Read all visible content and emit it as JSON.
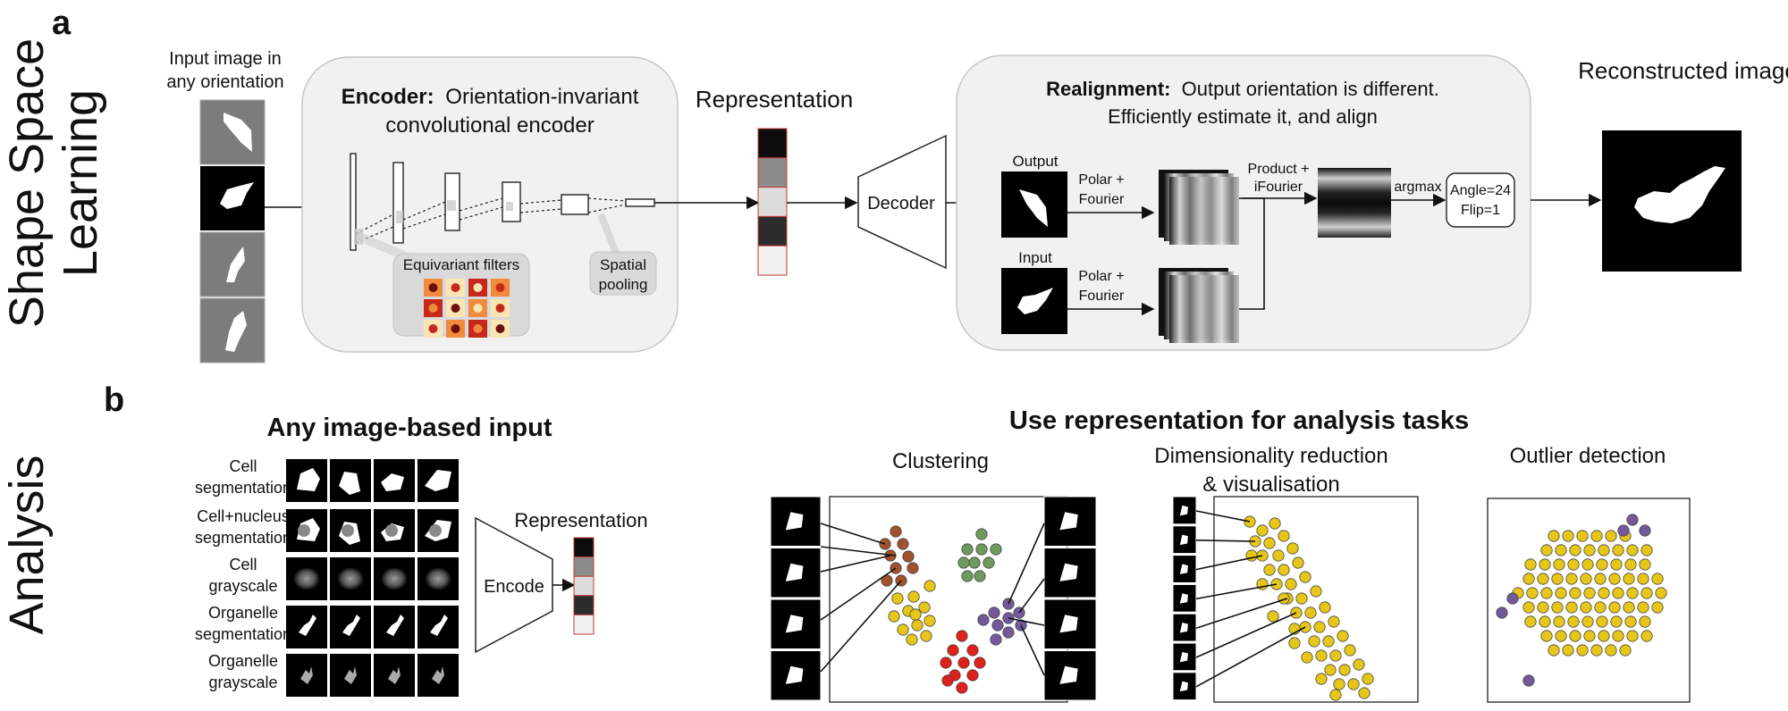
{
  "panel_a": {
    "letter": "a",
    "row_label": [
      "Shape Space",
      "Learning"
    ],
    "input_label": [
      "Input image in",
      "any orientation"
    ],
    "encoder": {
      "title_bold": "Encoder:",
      "title_rest": "Orientation-invariant",
      "title_line2": "convolutional encoder",
      "filters_label": "Equivariant filters",
      "pooling_label": [
        "Spatial",
        "pooling"
      ],
      "filter_colors": [
        "#fbe6b3",
        "#f08a3c",
        "#c7281c",
        "#6d0e0e"
      ]
    },
    "representation_label": "Representation",
    "representation_cells": [
      "#0c0c0c",
      "#8c8c8c",
      "#dcdcdc",
      "#2b2b2b",
      "#f1f1f1"
    ],
    "decoder_label": "Decoder",
    "realignment": {
      "title_bold": "Realignment:",
      "title_rest": "Output orientation is different.",
      "title_line2": "Efficiently estimate it, and align",
      "output_label": "Output",
      "input_label": "Input",
      "polar_label": [
        "Polar +",
        "Fourier"
      ],
      "product_label": [
        "Product +",
        "iFourier"
      ],
      "argmax_label": "argmax",
      "result_lines": [
        "Angle=24",
        "Flip=1"
      ]
    },
    "reconstructed_label": "Reconstructed image"
  },
  "panel_b": {
    "letter": "b",
    "row_label": "Analysis",
    "input_title": "Any image-based input",
    "input_rows": [
      {
        "label": [
          "Cell",
          "segmentation"
        ]
      },
      {
        "label": [
          "Cell+nucleus",
          "segmentation"
        ]
      },
      {
        "label": [
          "Cell",
          "grayscale"
        ]
      },
      {
        "label": [
          "Organelle",
          "segmentation"
        ]
      },
      {
        "label": [
          "Organelle",
          "grayscale"
        ]
      }
    ],
    "encode_label": "Encode",
    "representation_label": "Representation",
    "tasks_title": "Use representation for analysis tasks",
    "clustering_label": "Clustering",
    "dimred_label": [
      "Dimensionality reduction",
      "& visualisation"
    ],
    "outlier_label": "Outlier detection",
    "colors": {
      "brown": "#a0522d",
      "green": "#6e9a5e",
      "yellow": "#e6c619",
      "red": "#e0201b",
      "purple": "#73599a"
    }
  }
}
